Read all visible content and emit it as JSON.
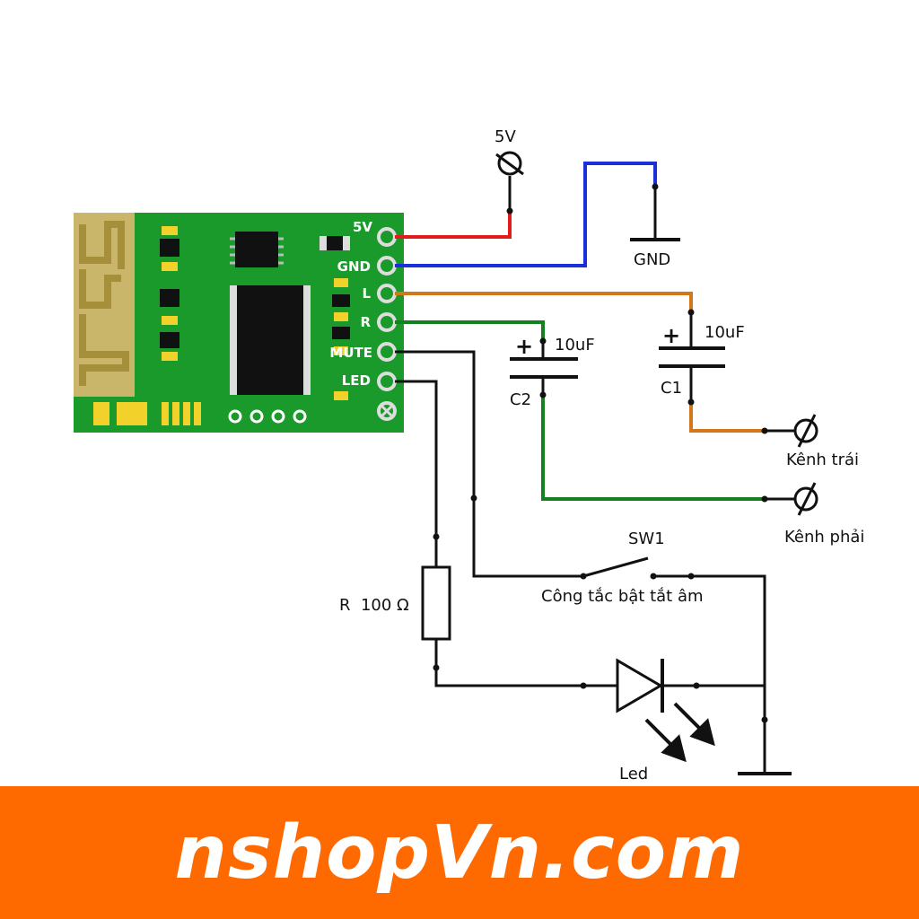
{
  "module": {
    "pins": [
      "5V",
      "GND",
      "L",
      "R",
      "MUTE",
      "LED"
    ]
  },
  "supply": {
    "label": "5V"
  },
  "ground": {
    "label": "GND"
  },
  "capacitors": [
    {
      "name": "C1",
      "value": "10uF",
      "polarity": "+"
    },
    {
      "name": "C2",
      "value": "10uF",
      "polarity": "+"
    }
  ],
  "outputs": {
    "left": "Kênh trái",
    "right": "Kênh phải"
  },
  "switch": {
    "name": "SW1",
    "description": "Công tắc bật tắt âm"
  },
  "resistor": {
    "label": "R  100 Ω"
  },
  "led": {
    "label": "Led"
  },
  "banner": {
    "text": "nshopVn.com"
  },
  "colors": {
    "board": "#1a9a2a",
    "wire_5v": "#e41b1b",
    "wire_gnd": "#1a2fd8",
    "wire_l": "#d2781a",
    "wire_r": "#13821e",
    "banner": "#ff6a00"
  }
}
